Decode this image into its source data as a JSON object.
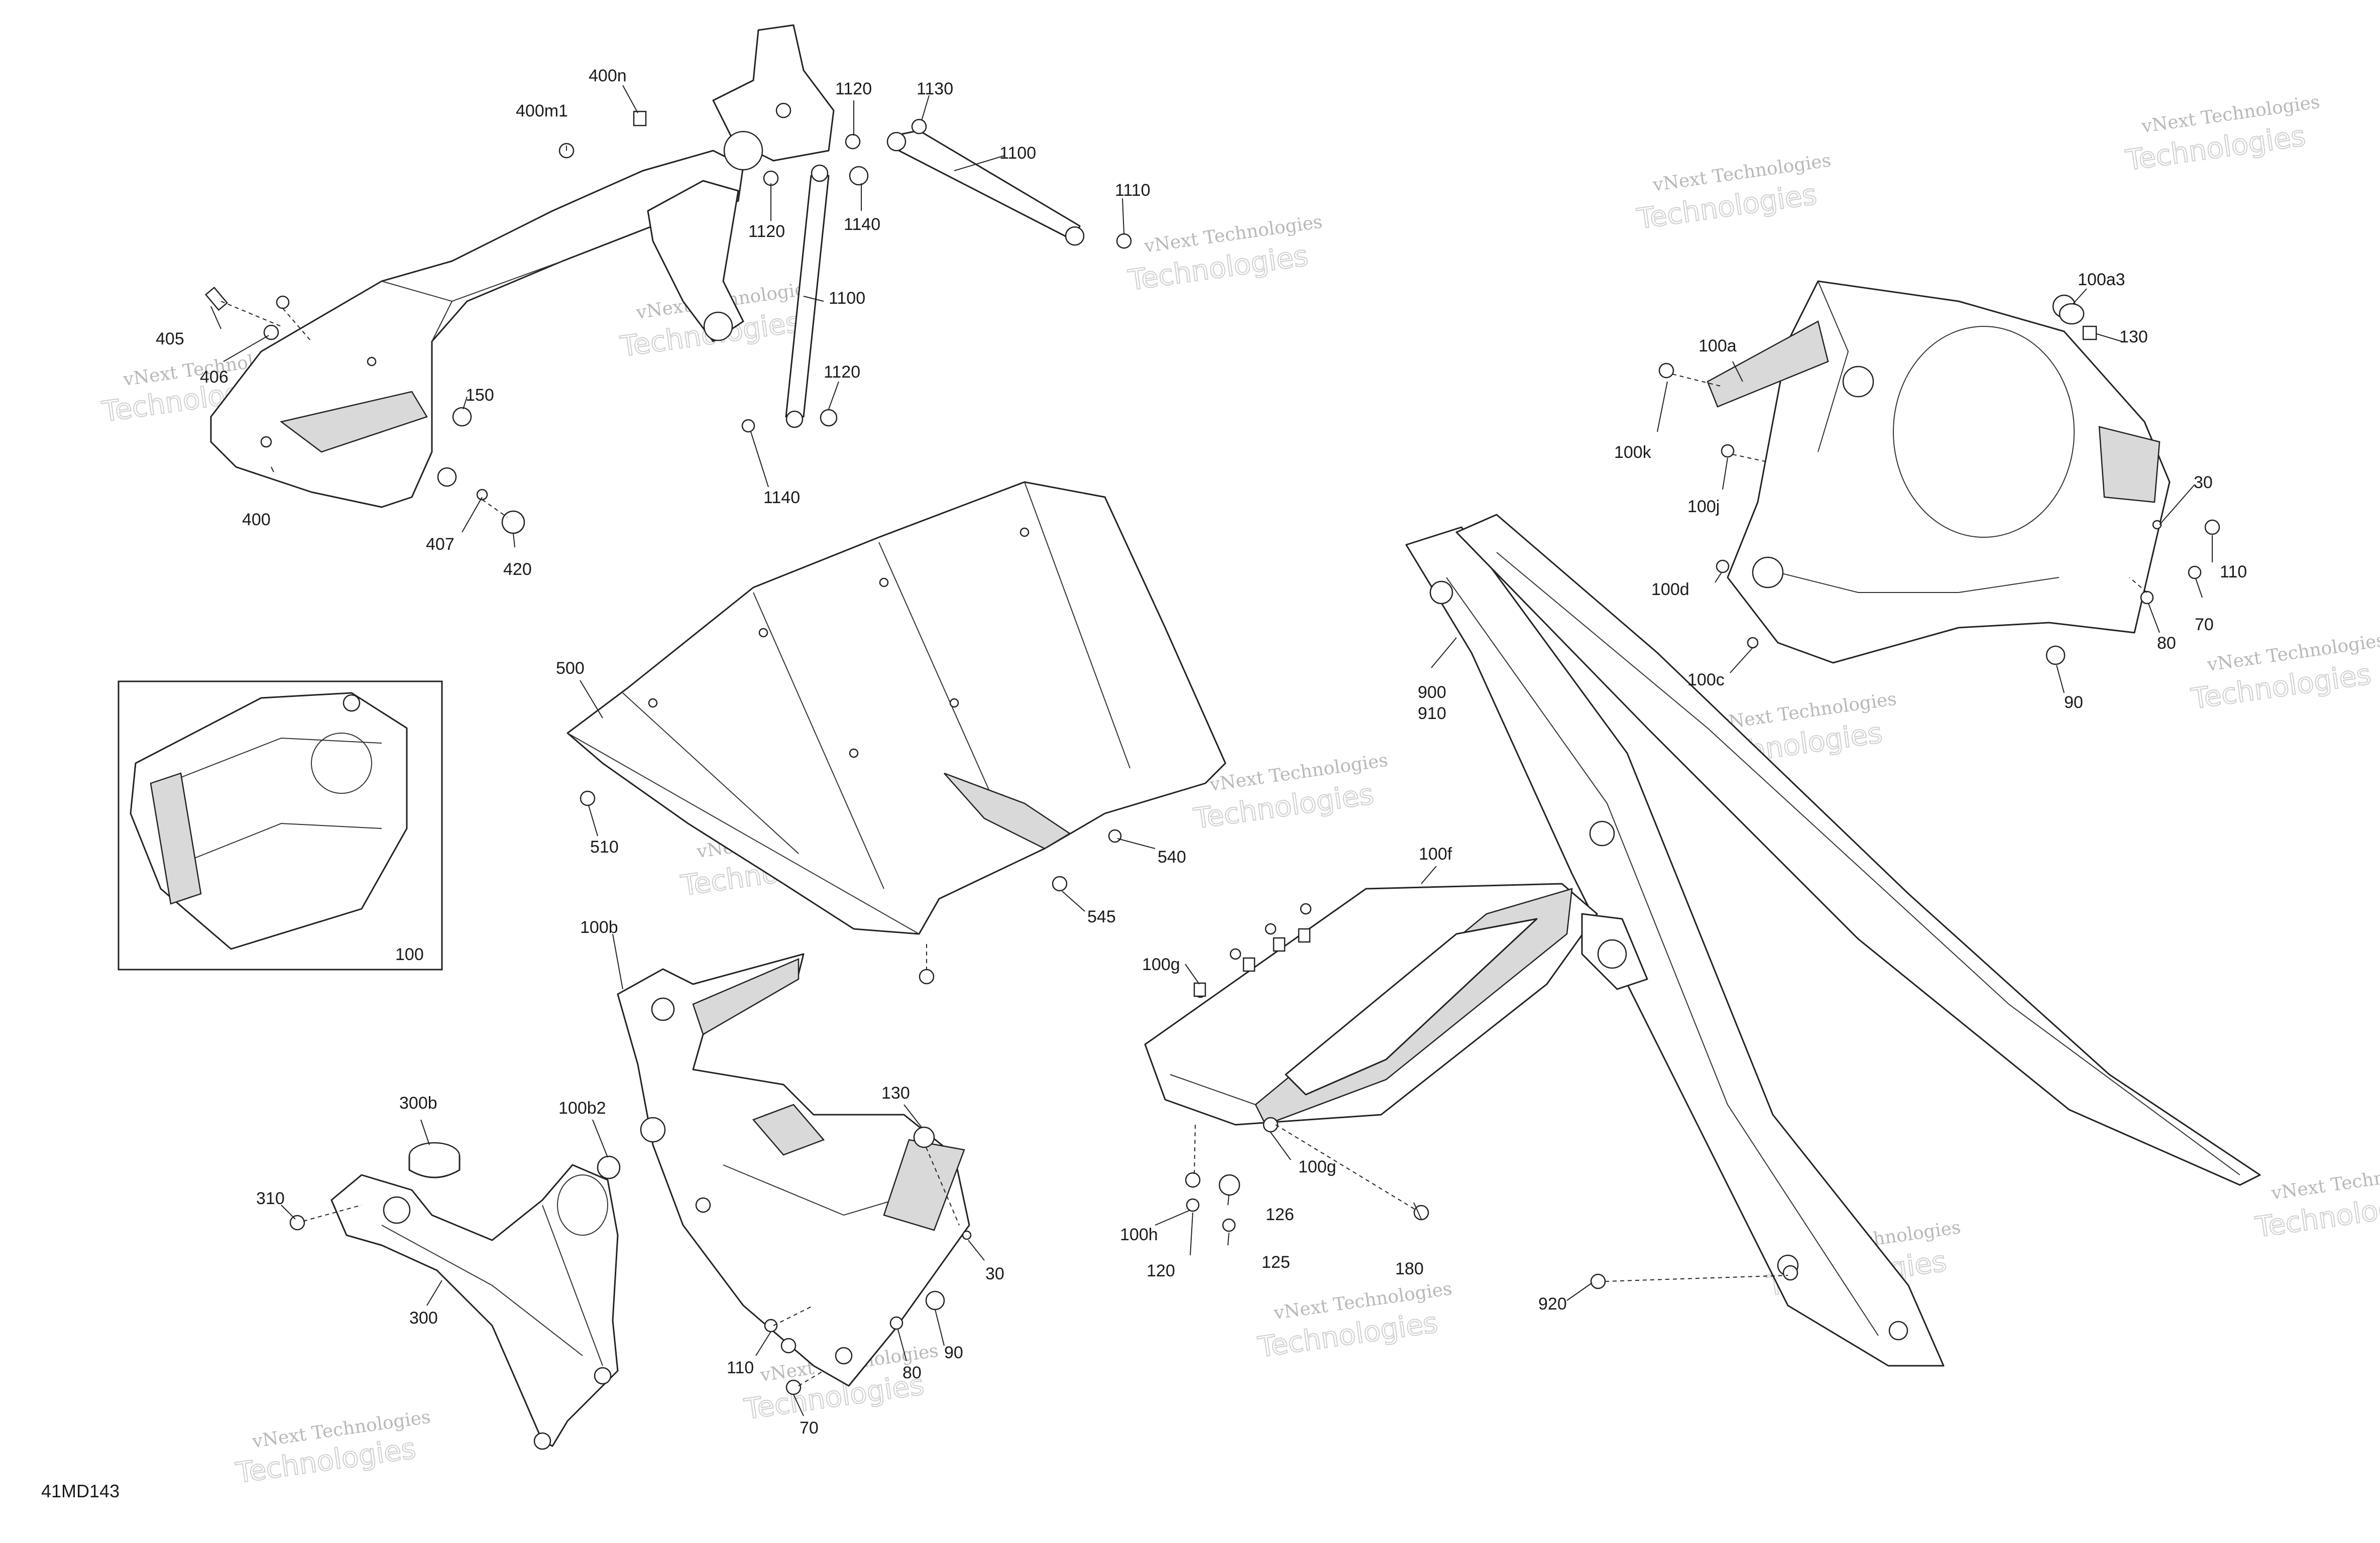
{
  "document_id": "41MD143",
  "watermark": {
    "line1": "vNext Technologies",
    "line2": "Technologies"
  },
  "inset_label": "100",
  "callouts": [
    "400m1",
    "400n",
    "1120",
    "1130",
    "1100",
    "1110",
    "1120",
    "1140",
    "1100",
    "1120",
    "1140",
    "405",
    "406",
    "150",
    "400",
    "407",
    "420",
    "100a3",
    "100a",
    "130",
    "100k",
    "100j",
    "30",
    "110",
    "100d",
    "70",
    "80",
    "100c",
    "90",
    "500",
    "510",
    "540",
    "545",
    "900",
    "910",
    "100f",
    "100g",
    "100g",
    "126",
    "100h",
    "120",
    "125",
    "180",
    "920",
    "100b",
    "300b",
    "100b2",
    "130",
    "310",
    "300",
    "30",
    "90",
    "110",
    "80",
    "70"
  ]
}
